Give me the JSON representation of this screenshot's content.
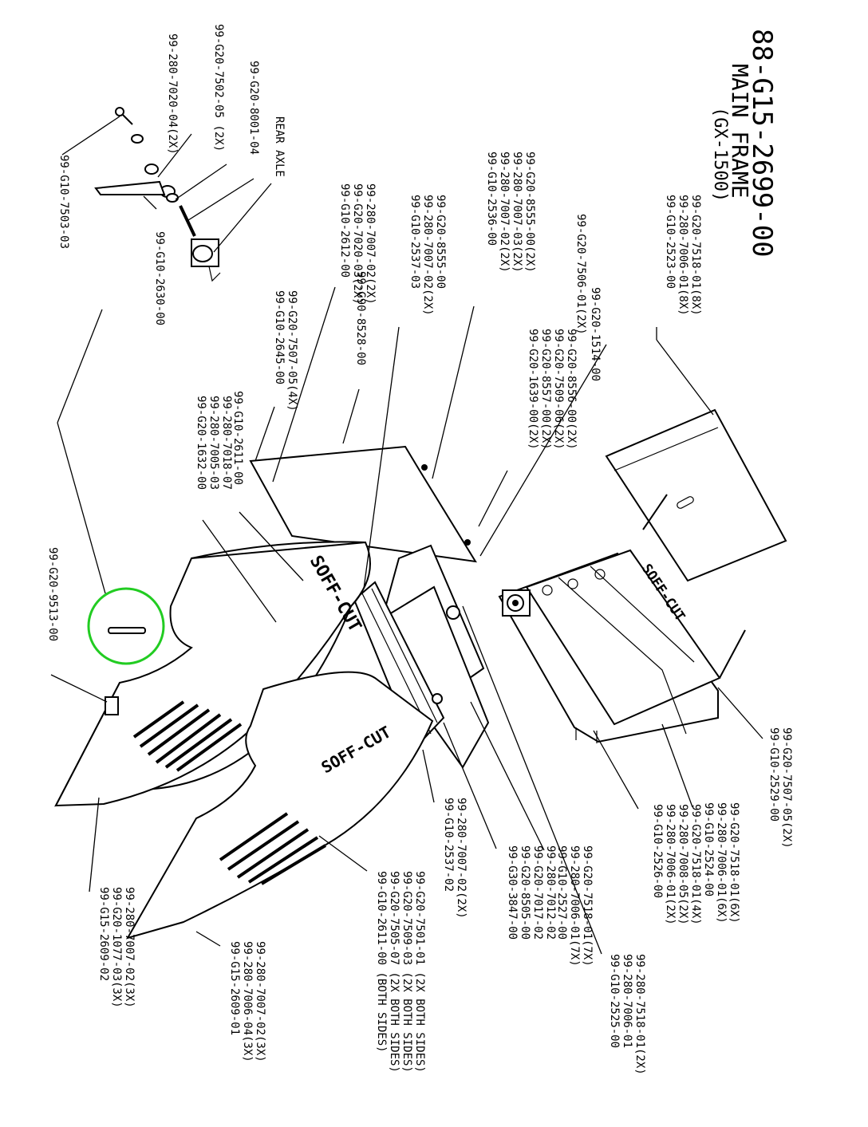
{
  "drawing": {
    "number": "88-G15-2699-00",
    "name": "MAIN FRAME",
    "model": "(GX-1500)"
  },
  "brand_mark": "SOFF-CUT",
  "brand_mark_alt": "SOFF-CUT",
  "highlight_color": "#22cc22",
  "callouts": [
    {
      "lines": [
        "99-G10-2523-00",
        "99-280-7006-01(8X)",
        "99-G20-7518-01(8X)"
      ]
    },
    {
      "lines": [
        "99-G20-7506-01(2X)"
      ]
    },
    {
      "lines": [
        "99-G20-1514-00"
      ]
    },
    {
      "lines": [
        "99-G10-2536-00",
        "99-280-7007-02(2X)",
        "99-280-7007-03(2X)",
        "99-G20-8555-00(2X)"
      ]
    },
    {
      "lines": [
        "99-G20-1639-00(2X)",
        "99-G20-8557-00(2X)",
        "99-G20-7509-06(2X)",
        "99-G20-8556-00(2X)"
      ]
    },
    {
      "lines": [
        "99-G10-2537-03",
        "99-280-7007-02(2X)",
        "99-G20-8555-00"
      ]
    },
    {
      "lines": [
        "99-G90-8528-00"
      ]
    },
    {
      "lines": [
        "99-G10-2612-00",
        "99-G20-7020-03(2X)",
        "99-280-7007-02(2X)"
      ]
    },
    {
      "lines": [
        "99-G10-2645-00",
        "99-G20-7507-05(4X)"
      ]
    },
    {
      "lines": [
        "99-G10-2611-00"
      ]
    },
    {
      "lines": [
        "99-G20-1632-00",
        "99-280-7005-03",
        "99-280-7018-07"
      ]
    },
    {
      "lines": [
        "99-G20-9513-00"
      ]
    },
    {
      "lines": [
        "REAR AXLE"
      ]
    },
    {
      "lines": [
        "99-G20-8001-04"
      ]
    },
    {
      "lines": [
        "99-G20-7502-05 (2X)"
      ]
    },
    {
      "lines": [
        "99-280-7020-04(2X)"
      ]
    },
    {
      "lines": [
        "99-G10-7503-03"
      ]
    },
    {
      "lines": [
        "99-G10-2630-00"
      ]
    },
    {
      "lines": [
        "99-G10-2529-00",
        "99-G20-7507-05(2X)"
      ]
    },
    {
      "lines": [
        "99-G10-2524-00",
        "99-280-7006-01(6X)",
        "99-G20-7518-01(6X)"
      ]
    },
    {
      "lines": [
        "99-G10-2526-00",
        "99-280-7006-01(2X)",
        "99-280-7008-05(2X)",
        "99-G20-7518-01(4X)"
      ]
    },
    {
      "lines": [
        "99-G10-2525-00",
        "99-280-7006-01",
        "99-280-7518-01(2X)"
      ]
    },
    {
      "lines": [
        "99-G10-2527-00",
        "99-280-7006-01(7X)",
        "99-G20-7518-01(7X)"
      ]
    },
    {
      "lines": [
        "99-G30-3847-00",
        "99-G20-8505-00",
        "99-G20-7017-02",
        "99-280-7012-02"
      ]
    },
    {
      "lines": [
        "99-G10-2537-02",
        "99-280-7007-02(2X)"
      ]
    },
    {
      "lines": [
        "99-G10-2611-00 (BOTH SIDES)",
        "99-G20-7505-07 (2X BOTH SIDES)",
        "99-G20-7509-03 (2X BOTH SIDES)",
        "99-G20-7501-01 (2X BOTH SIDES)"
      ]
    },
    {
      "lines": [
        "99-G15-2609-01",
        "99-280-7006-04(3X)",
        "99-280-7007-02(3X)"
      ]
    },
    {
      "lines": [
        "99-G15-2609-02",
        "99-G20-1077-03(3X)",
        "99-280-7007-02(3X)"
      ]
    }
  ]
}
